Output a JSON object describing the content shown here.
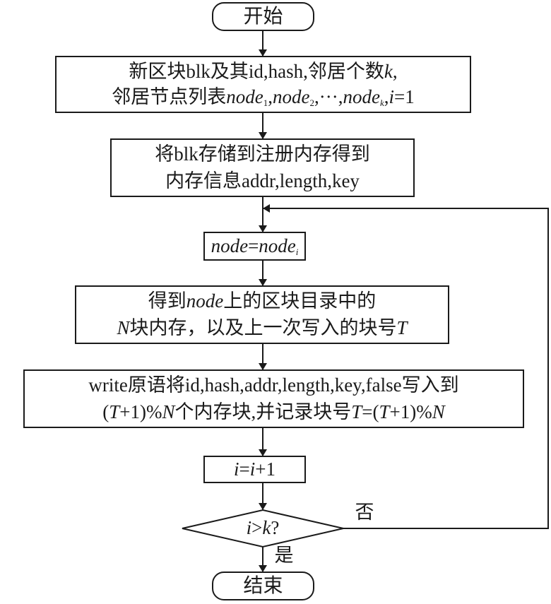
{
  "flowchart": {
    "start": "开始",
    "step1": {
      "line1": "新区块blk及其id,hash,邻居个数",
      "line1_k": "k",
      "line1_end": ",",
      "line2_prefix": "邻居节点列表",
      "node": "node",
      "sub1": "1",
      "sub2": "2",
      "subk": "k",
      "ellipsis": "···",
      "i": "i",
      "eq1": "=1",
      "comma": ","
    },
    "step2": {
      "line1": "将blk存储到注册内存得到",
      "line2": "内存信息addr,length,key"
    },
    "step3": {
      "node": "node",
      "eq": "=",
      "node_i": "node",
      "sub_i": "i"
    },
    "step4": {
      "line1_a": "得到",
      "line1_node": "node",
      "line1_b": "上的区块目录中的",
      "line2_N": "N",
      "line2_a": "块内存，以及上一次写入的块号",
      "line2_T": "T"
    },
    "step5": {
      "line1": "write原语将id,hash,addr,length,key,false写入到",
      "line2_a": "(",
      "T": "T",
      "line2_b": "+1)%",
      "N": "N",
      "line2_c": "个内存块,并记录块号",
      "line2_d": "=(",
      "line2_e": "+1)%"
    },
    "step6": {
      "i": "i",
      "eq": "=",
      "i2": "i",
      "plus": "+1"
    },
    "decision": {
      "i": "i",
      "gt": ">",
      "k": "k",
      "q": "?"
    },
    "no_label": "否",
    "yes_label": "是",
    "end": "结束"
  }
}
